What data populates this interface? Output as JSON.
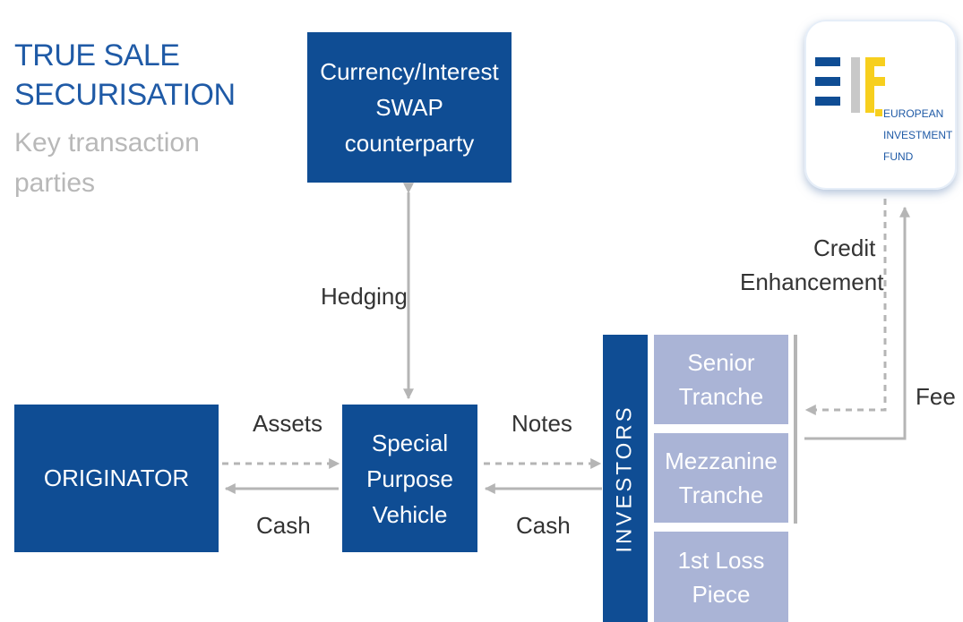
{
  "title": {
    "line1": "TRUE SALE",
    "line2": "SECURISATION"
  },
  "subtitle": {
    "line1": "Key transaction",
    "line2": "parties"
  },
  "swap_box": {
    "line1": "Currency/Interest",
    "line2": "SWAP",
    "line3": "counterparty"
  },
  "hedging_label": "Hedging",
  "originator_label": "ORIGINATOR",
  "spv": {
    "line1": "Special",
    "line2": "Purpose",
    "line3": "Vehicle"
  },
  "left_flows": {
    "assets": "Assets",
    "cash": "Cash"
  },
  "right_flows": {
    "notes": "Notes",
    "cash": "Cash"
  },
  "investors_label": "INVESTORS",
  "tranches": {
    "senior": {
      "line1": "Senior",
      "line2": "Tranche"
    },
    "mezzanine": {
      "line1": "Mezzanine",
      "line2": "Tranche"
    },
    "first_loss": {
      "line1": "1st Loss",
      "line2": "Piece"
    }
  },
  "eif": {
    "line1": "EUROPEAN",
    "line2": "INVESTMENT",
    "line3": "FUND"
  },
  "credit_enhancement": {
    "line1": "Credit",
    "line2": "Enhancement"
  },
  "fee_label": "Fee",
  "colors": {
    "dark_blue": "#0f4d94",
    "tranche": "#aab4d6",
    "arrow": "#b5b5b5",
    "title": "#1f5aa6",
    "subtitle": "#b8b8b8",
    "eif_yellow": "#f7cf1e"
  }
}
